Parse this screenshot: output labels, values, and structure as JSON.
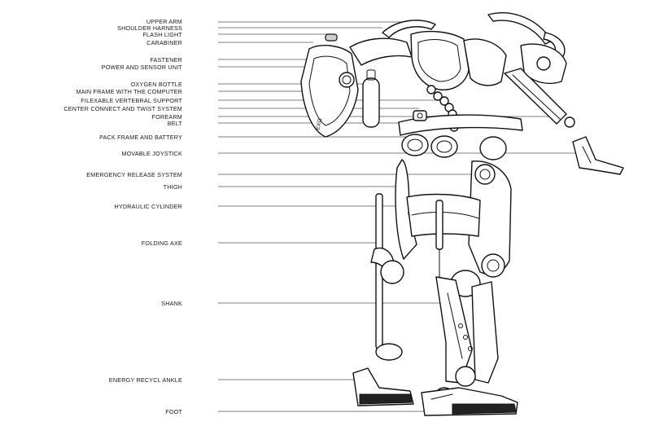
{
  "labels": [
    {
      "id": "upper-arm",
      "text": "UPPER ARM"
    },
    {
      "id": "shoulder-harness",
      "text": "SHOULDER HARNESS"
    },
    {
      "id": "flash-light",
      "text": "FLASH LIGHT"
    },
    {
      "id": "carabiner",
      "text": "CARABINER"
    },
    {
      "id": "fastener",
      "text": "FASTENER"
    },
    {
      "id": "power-and-sensor-unit",
      "text": "POWER AND SENSOR UNIT"
    },
    {
      "id": "oxygen-bottle",
      "text": "OXYGEN BOTTLE"
    },
    {
      "id": "main-frame-with-the-computer",
      "text": "MAIN FRAME WITH THE COMPUTER"
    },
    {
      "id": "filexable-vertebral-support",
      "text": "FILEXABLE VERTEBRAL SUPPORT"
    },
    {
      "id": "center-connect-and-twist-system",
      "text": "CENTER CONNECT AND TWIST SYSTEM"
    },
    {
      "id": "forearm",
      "text": "FOREARM"
    },
    {
      "id": "belt",
      "text": "BELT"
    },
    {
      "id": "pack-frame-and-battery",
      "text": "PACK FRAME AND BATTERY"
    },
    {
      "id": "movable-joystick",
      "text": "MOVABLE JOYSTICK"
    },
    {
      "id": "emergency-release-system",
      "text": "EMERGENCY RELEASE SYSTEM"
    },
    {
      "id": "thigh",
      "text": "THIGH"
    },
    {
      "id": "hydraulic-cylinder",
      "text": "HYDRAULIC CYLINDER"
    },
    {
      "id": "folding-axe",
      "text": "FOLDING AXE"
    },
    {
      "id": "shank",
      "text": "SHANK"
    },
    {
      "id": "energy-recycl-ankle",
      "text": "ENERGY RECYCL ANKLE"
    },
    {
      "id": "foot",
      "text": "FOOT"
    }
  ],
  "device_marking": "EXO"
}
